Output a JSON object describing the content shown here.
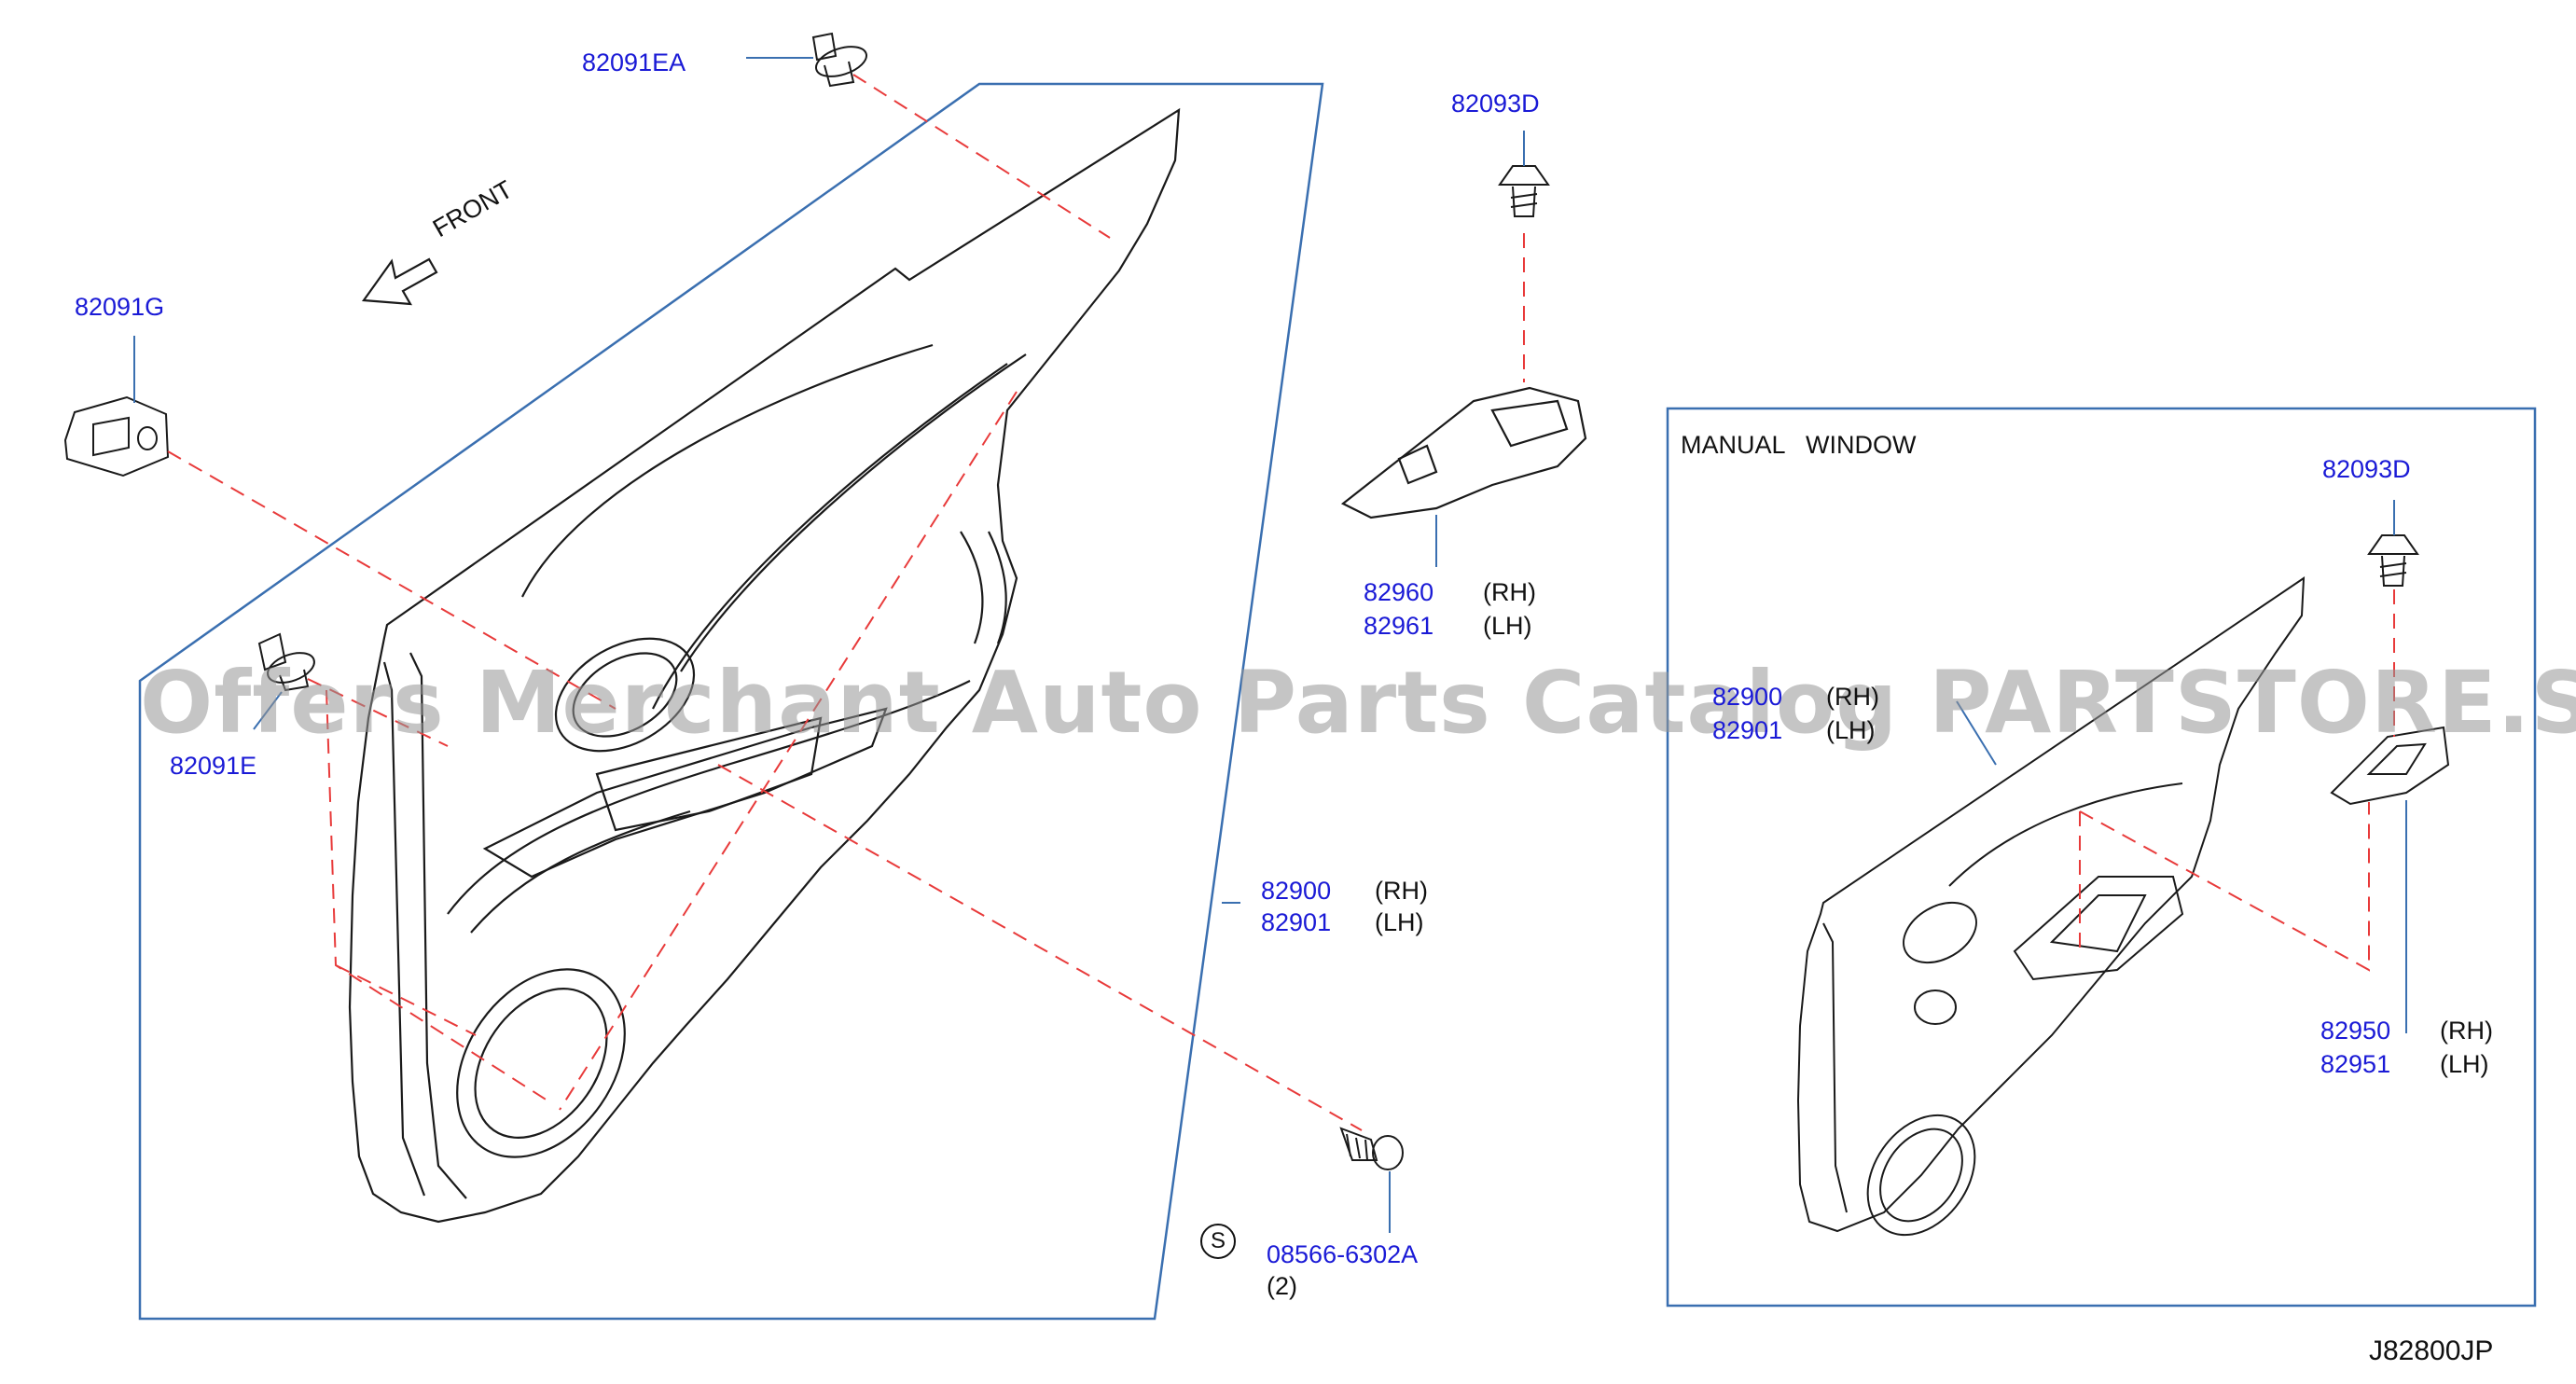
{
  "diagram_code": "J82800JP",
  "watermark": "Offers Merchant Auto Parts Catalog PARTSTORE.SA",
  "front_label": "FRONT",
  "inset": {
    "title": "MANUAL   WINDOW"
  },
  "callouts": {
    "clip_top": "82091EA",
    "clip_left_upper": "82091G",
    "clip_left_lower": "82091E",
    "screw_switch": "82093D",
    "screw_switch_inset": "82093D",
    "finisher_switch_rh": "82960",
    "finisher_switch_lh": "82961",
    "door_trim_rh": "82900",
    "door_trim_lh": "82901",
    "inset_door_trim_rh": "82900",
    "inset_door_trim_lh": "82901",
    "inset_finisher_rh": "82950",
    "inset_finisher_lh": "82951",
    "screw_bottom": "08566-6302A",
    "screw_bottom_qty": "(2)",
    "screw_bottom_symbol": "S"
  },
  "sides": {
    "rh": "(RH)",
    "lh": "(LH)"
  },
  "colors": {
    "part_number": "#1a1ad6",
    "frame": "#3a6fb0",
    "dash_line": "#e83a3a",
    "drawing": "#1a1a1a",
    "watermark": "#969696"
  }
}
